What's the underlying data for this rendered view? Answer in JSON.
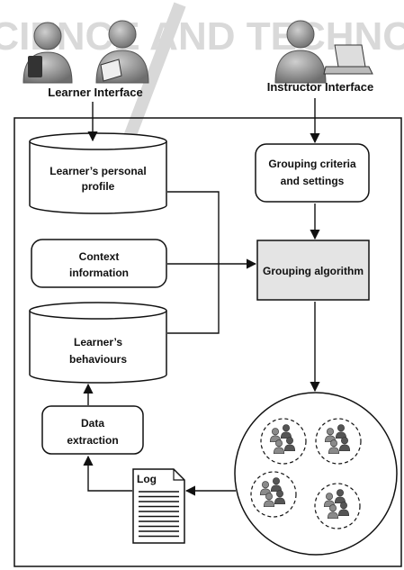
{
  "watermark": {
    "text": "SCIENCE AND TECHNOLOGY PUBLICATIONS",
    "color": "#d6d6d6"
  },
  "actors": {
    "learner": {
      "label": "Learner Interface"
    },
    "instructor": {
      "label": "Instructor Interface"
    }
  },
  "nodes": {
    "personal_profile": {
      "line1": "Learner’s personal",
      "line2": "profile"
    },
    "context": {
      "line1": "Context",
      "line2": "information"
    },
    "behaviours": {
      "line1": "Learner’s",
      "line2": "behaviours"
    },
    "data_extraction": {
      "line1": "Data",
      "line2": "extraction"
    },
    "criteria": {
      "line1": "Grouping criteria",
      "line2": "and settings"
    },
    "algorithm": {
      "label": "Grouping algorithm",
      "fill": "#e4e4e4"
    },
    "log": {
      "label": "Log"
    },
    "groups": {
      "group_count": 4
    }
  },
  "colors": {
    "stroke": "#111111",
    "figure": "#8a8a8a",
    "figure_dark": "#555555"
  }
}
